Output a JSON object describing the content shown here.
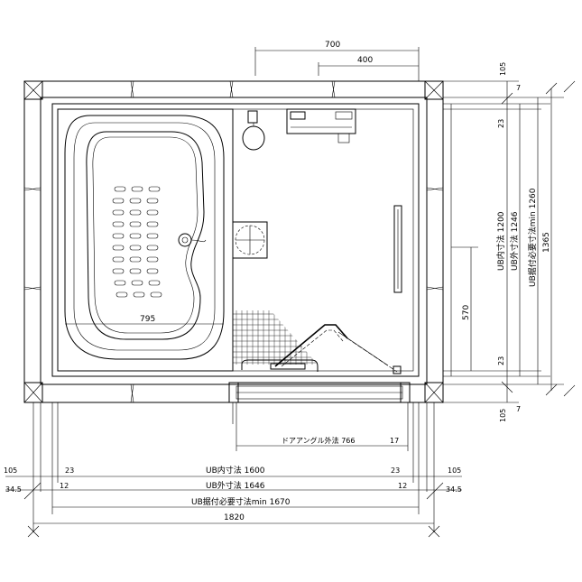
{
  "plan": {
    "top_dims": {
      "d700": "700",
      "d400": "400"
    },
    "right_dims": {
      "d105_top": "105",
      "d7_top": "7",
      "d23_top": "23",
      "ub_inner": "UB内寸法 1200",
      "ub_outer": "UB外寸法 1246",
      "ub_required": "UB据付必要寸法min 1260",
      "total": "1365",
      "d570": "570",
      "d23_bottom": "23",
      "d105_bottom": "105",
      "d7_bottom": "7"
    },
    "interior_dims": {
      "tub_length": "795",
      "door_angle": "ドアアングル外法 766",
      "d17": "17"
    },
    "bottom_dims": {
      "left_105": "105",
      "left_34_5": "34.5",
      "left_23": "23",
      "left_12": "12",
      "right_23": "23",
      "right_105": "105",
      "right_12": "12",
      "right_34_5": "34.5",
      "ub_inner": "UB内寸法 1600",
      "ub_outer": "UB外寸法 1646",
      "ub_required": "UB据付必要寸法min 1670",
      "total": "1820"
    }
  }
}
